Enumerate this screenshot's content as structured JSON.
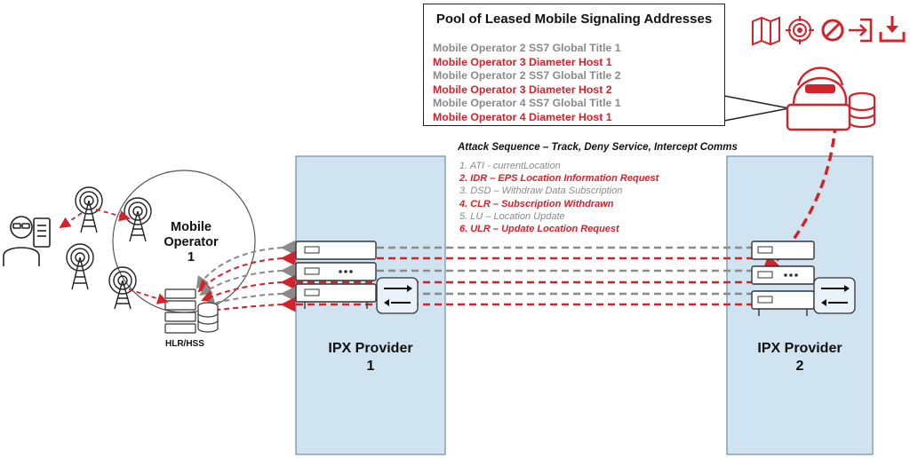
{
  "pool": {
    "title": "Pool of Leased Mobile Signaling Addresses",
    "entries": [
      {
        "text": "Mobile Operator 2 SS7 Global Title 1",
        "color": "#8a8a8a"
      },
      {
        "text": "Mobile Operator 3 Diameter Host 1",
        "color": "#d2232a"
      },
      {
        "text": "Mobile Operator 2 SS7 Global Title 2",
        "color": "#8a8a8a"
      },
      {
        "text": "Mobile Operator 3 Diameter Host 2",
        "color": "#d2232a"
      },
      {
        "text": "Mobile Operator 4 SS7 Global Title 1",
        "color": "#8a8a8a"
      },
      {
        "text": "Mobile Operator 4 Diameter Host 1",
        "color": "#d2232a"
      }
    ]
  },
  "attack": {
    "title": "Attack Sequence – Track, Deny Service, Intercept Comms",
    "steps": [
      {
        "text": "1.  ATI - currentLocation",
        "color": "#8a8a8a"
      },
      {
        "text": "2.  IDR – EPS Location Information Request",
        "color": "#d2232a"
      },
      {
        "text": "3.  DSD – Withdraw Data Subscription",
        "color": "#8a8a8a"
      },
      {
        "text": "4.  CLR – Subscription Withdrawn",
        "color": "#d2232a"
      },
      {
        "text": "5.  LU – Location Update",
        "color": "#8a8a8a"
      },
      {
        "text": "6.  ULR – Update Location Request",
        "color": "#d2232a"
      }
    ]
  },
  "mobile_operator": {
    "line1": "Mobile",
    "line2": "Operator",
    "line3": "1"
  },
  "hlr_label": "HLR/HSS",
  "ipx1": {
    "line1": "IPX Provider",
    "line2": "1"
  },
  "ipx2": {
    "line1": "IPX Provider",
    "line2": "2"
  },
  "attacker_icons": [
    "map-icon",
    "target-icon",
    "deny-icon",
    "login-icon",
    "download-icon"
  ],
  "colors": {
    "accent": "#d2232a",
    "gray": "#8a8a8a",
    "ipx_fill": "#cfe3f1",
    "ipx_border": "#6d8fa8"
  }
}
